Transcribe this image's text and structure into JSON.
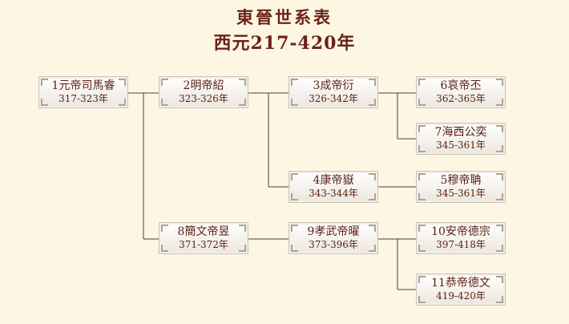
{
  "title": "東晉世系表",
  "subtitle": "西元217-420年",
  "nodes": [
    {
      "name": "1元帝司馬睿",
      "years": "317-323年"
    },
    {
      "name": "2明帝紹",
      "years": "323-326年"
    },
    {
      "name": "3成帝衍",
      "years": "326-342年"
    },
    {
      "name": "6哀帝丕",
      "years": "362-365年"
    },
    {
      "name": "7海西公奕",
      "years": "345-361年"
    },
    {
      "name": "4康帝嶽",
      "years": "343-344年"
    },
    {
      "name": "5穆帝聃",
      "years": "345-361年"
    },
    {
      "name": "8簡文帝昱",
      "years": "371-372年"
    },
    {
      "name": "9孝武帝曜",
      "years": "373-396年"
    },
    {
      "name": "10安帝德宗",
      "years": "397-418年"
    },
    {
      "name": "11恭帝德文",
      "years": "419-420年"
    }
  ],
  "colors": {
    "background": "#fdf6e3",
    "text": "#5a1f12",
    "lines": "#5a3a2a"
  }
}
